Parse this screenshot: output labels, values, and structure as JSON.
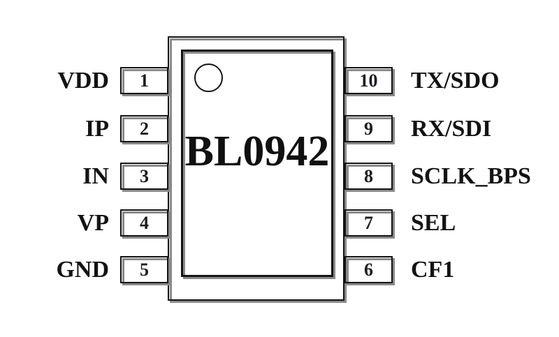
{
  "figure": {
    "type": "ic-pinout-diagram",
    "chip_name": "BL0942",
    "package_pin_count": 10,
    "pins": {
      "left": [
        {
          "number": "1",
          "label": "VDD"
        },
        {
          "number": "2",
          "label": "IP"
        },
        {
          "number": "3",
          "label": "IN"
        },
        {
          "number": "4",
          "label": "VP"
        },
        {
          "number": "5",
          "label": "GND"
        }
      ],
      "right": [
        {
          "number": "10",
          "label": "TX/SDO"
        },
        {
          "number": "9",
          "label": "RX/SDI"
        },
        {
          "number": "8",
          "label": "SCLK_BPS"
        },
        {
          "number": "7",
          "label": "SEL"
        },
        {
          "number": "6",
          "label": "CF1"
        }
      ]
    },
    "markers": {
      "pin1_indicator": "circle"
    }
  },
  "colors": {
    "background": "#ffffff",
    "line": "#141414",
    "shadow": "#8a8a8a"
  }
}
